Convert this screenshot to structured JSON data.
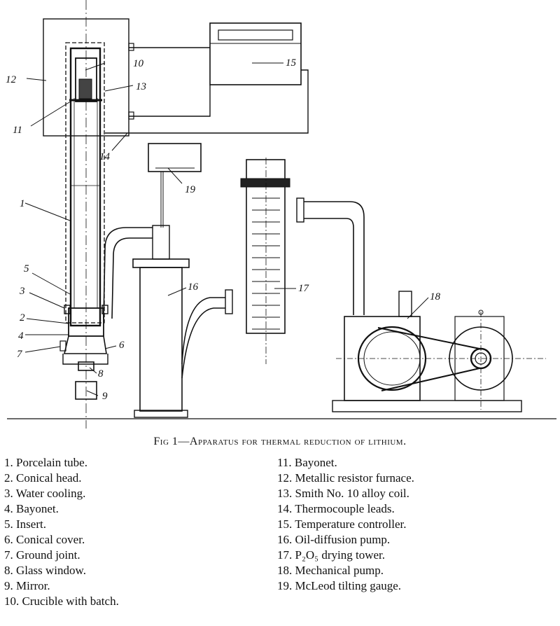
{
  "figure": {
    "caption": "Fig 1—Apparatus for thermal reduction of lithium.",
    "callouts": [
      "1",
      "2",
      "3",
      "4",
      "5",
      "6",
      "7",
      "8",
      "9",
      "10",
      "11",
      "12",
      "13",
      "14",
      "15",
      "16",
      "17",
      "18",
      "19"
    ]
  },
  "legend": {
    "left": [
      {
        "num": "1.",
        "label": "Porcelain tube."
      },
      {
        "num": "2.",
        "label": "Conical head."
      },
      {
        "num": "3.",
        "label": "Water cooling."
      },
      {
        "num": "4.",
        "label": "Bayonet."
      },
      {
        "num": "5.",
        "label": "Insert."
      },
      {
        "num": "6.",
        "label": "Conical cover."
      },
      {
        "num": "7.",
        "label": "Ground joint."
      },
      {
        "num": "8.",
        "label": "Glass window."
      },
      {
        "num": "9.",
        "label": "Mirror."
      },
      {
        "num": "10.",
        "label": "Crucible with batch."
      }
    ],
    "right": [
      {
        "num": "11.",
        "label": "Bayonet."
      },
      {
        "num": "12.",
        "label": "Metallic resistor furnace."
      },
      {
        "num": "13.",
        "label": "Smith No. 10 alloy coil."
      },
      {
        "num": "14.",
        "label": "Thermocouple leads."
      },
      {
        "num": "15.",
        "label": "Temperature controller."
      },
      {
        "num": "16.",
        "label": "Oil-diffusion pump."
      },
      {
        "num": "17.",
        "label": "P₂O₅ drying tower."
      },
      {
        "num": "18.",
        "label": "Mechanical pump."
      },
      {
        "num": "19.",
        "label": "McLeod tilting gauge."
      }
    ]
  }
}
